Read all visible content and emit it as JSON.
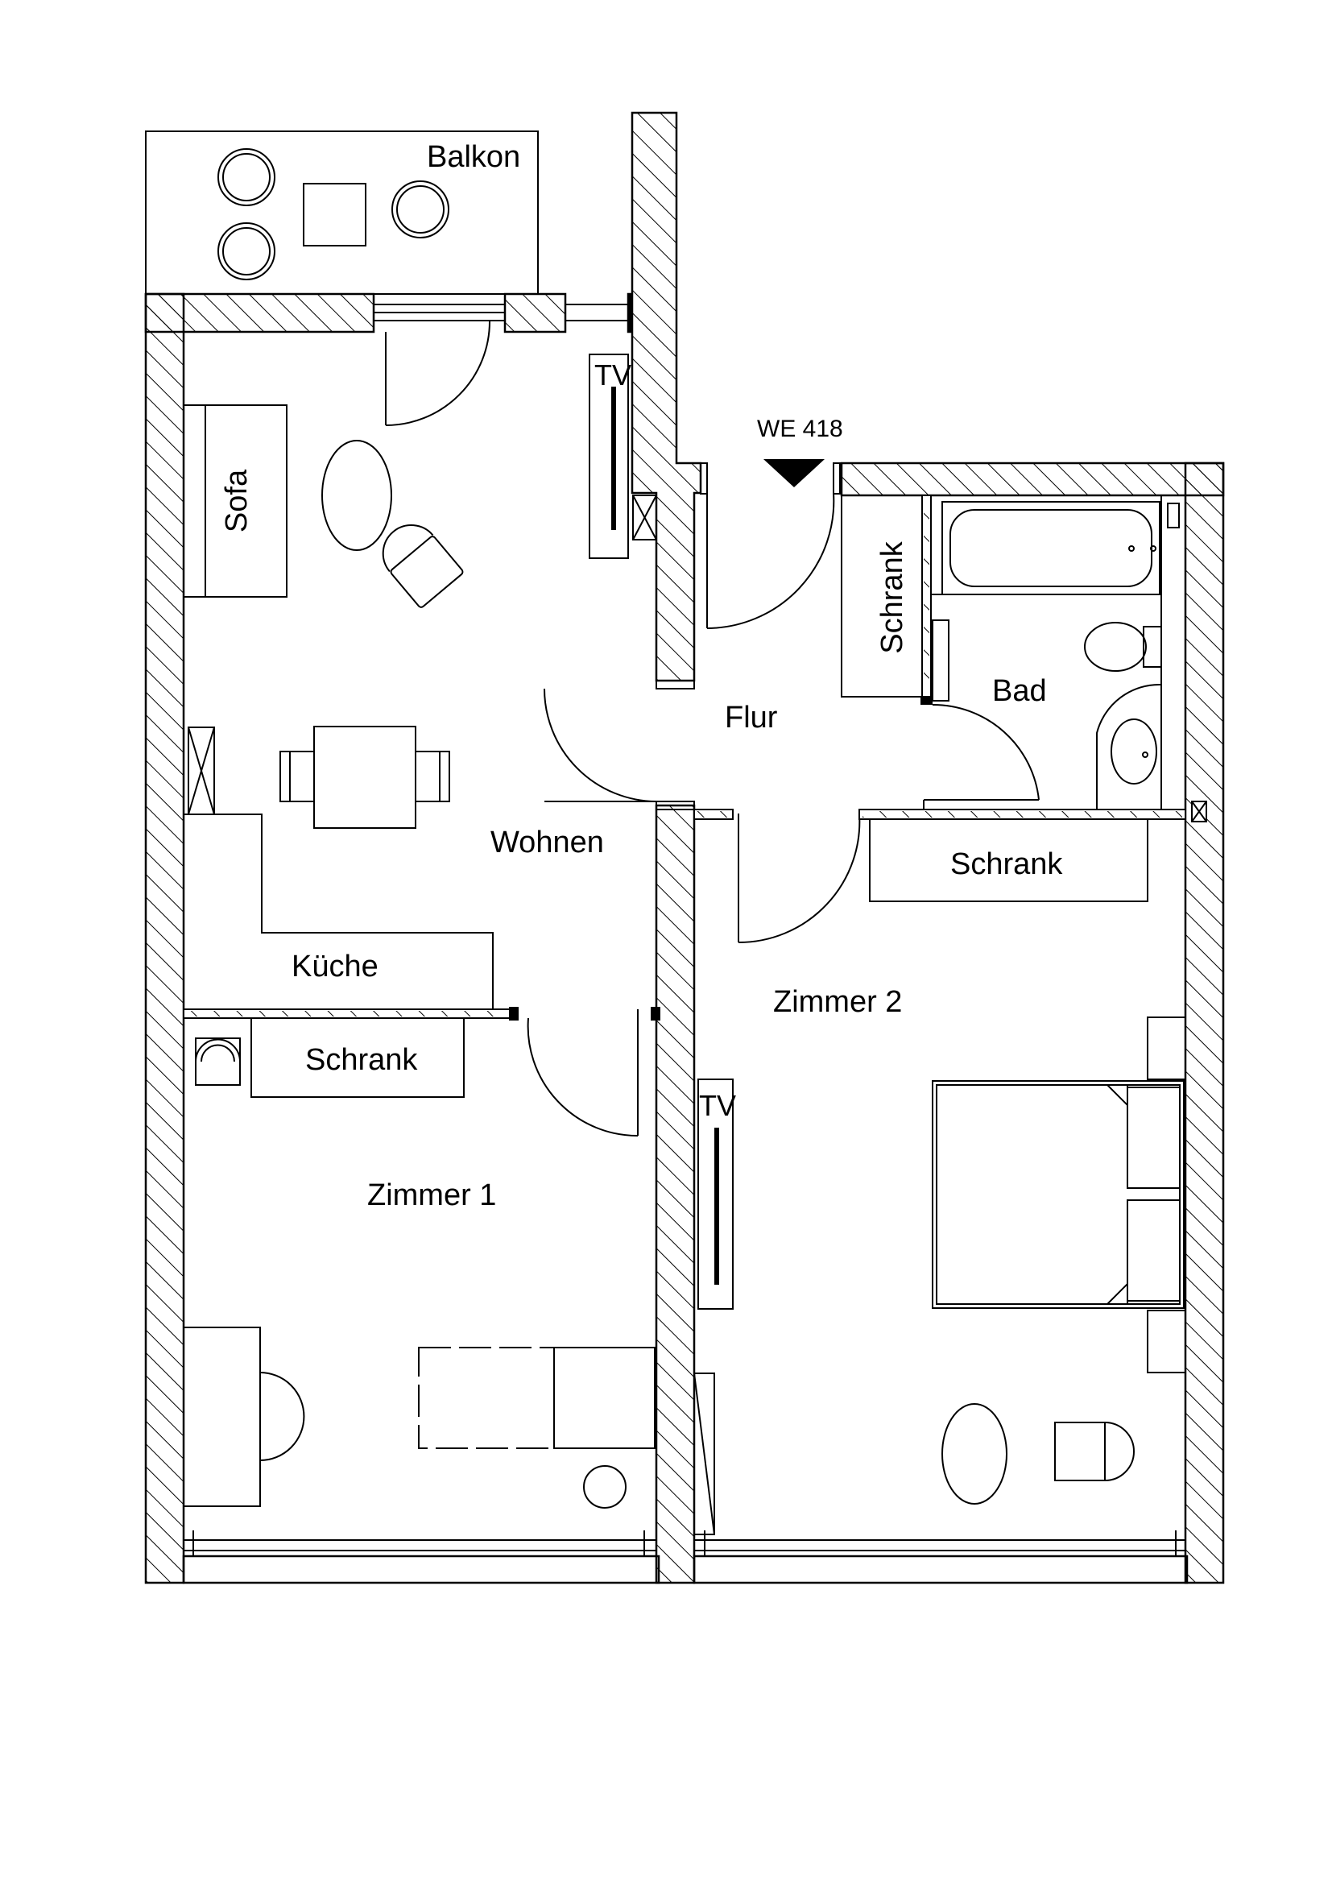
{
  "labels": {
    "balkon": "Balkon",
    "sofa": "Sofa",
    "tv_wohnen": "TV",
    "we": "WE 418",
    "schrank_flur": "Schrank",
    "bad": "Bad",
    "flur": "Flur",
    "wohnen": "Wohnen",
    "schrank_zimmer2": "Schrank",
    "kueche": "Küche",
    "zimmer2": "Zimmer 2",
    "schrank_zimmer1": "Schrank",
    "tv_zimmer2": "TV",
    "zimmer1": "Zimmer 1"
  }
}
